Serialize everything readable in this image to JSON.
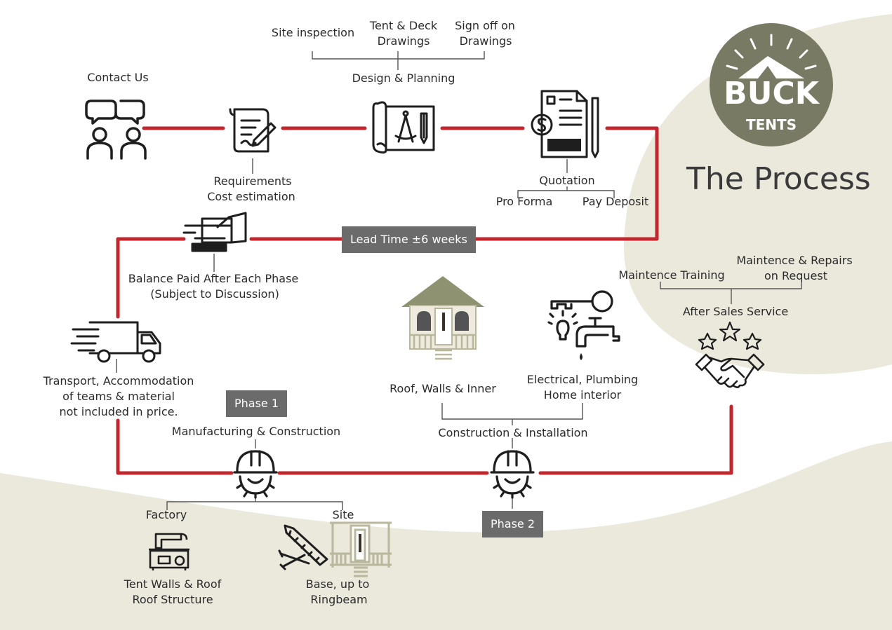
{
  "brand": {
    "logo_main": "BUCK",
    "logo_sub": "TENTS",
    "title": "The Process",
    "colors": {
      "line": "#c0262d",
      "beige": "#ebe8dc",
      "olive": "#787a63",
      "tag": "#6b6b6b"
    }
  },
  "steps": {
    "contact": "Contact Us",
    "requirements_1": "Requirements",
    "requirements_2": "Cost estimation",
    "design": "Design & Planning",
    "design_sub": {
      "site": "Site inspection",
      "tent_1": "Tent & Deck",
      "tent_2": "Drawings",
      "sign_1": "Sign off on",
      "sign_2": "Drawings"
    },
    "quotation": "Quotation",
    "quotation_sub": {
      "pro_forma": "Pro Forma",
      "pay_deposit": "Pay Deposit"
    },
    "lead_time": "Lead Time ±6 weeks",
    "balance_1": "Balance Paid After Each Phase",
    "balance_2": "(Subject to Discussion)",
    "transport_1": "Transport, Accommodation",
    "transport_2": "of teams & material",
    "transport_3": "not included in price.",
    "phase1": "Phase 1",
    "manufacturing": "Manufacturing & Construction",
    "factory": "Factory",
    "site": "Site",
    "tent_walls_1": "Tent Walls & Roof",
    "tent_walls_2": "Roof Structure",
    "base_1": "Base, up to",
    "base_2": "Ringbeam",
    "phase2": "Phase 2",
    "construction": "Construction & Installation",
    "roof_walls": "Roof, Walls & Inner",
    "electrical_1": "Electrical, Plumbing",
    "electrical_2": "Home interior",
    "after_sales": "After Sales Service",
    "maint_training": "Maintence Training",
    "maint_repairs_1": "Maintence & Repairs",
    "maint_repairs_2": "on Request"
  },
  "icons": [
    "people-chat-icon",
    "contract-pen-icon",
    "blueprint-compass-icon",
    "invoice-dollar-icon",
    "card-payment-icon",
    "delivery-truck-icon",
    "hardhat-gear-icon",
    "sewing-machine-icon",
    "saw-nails-icon",
    "cabin-icon",
    "key-faucet-icon",
    "handshake-stars-icon"
  ]
}
